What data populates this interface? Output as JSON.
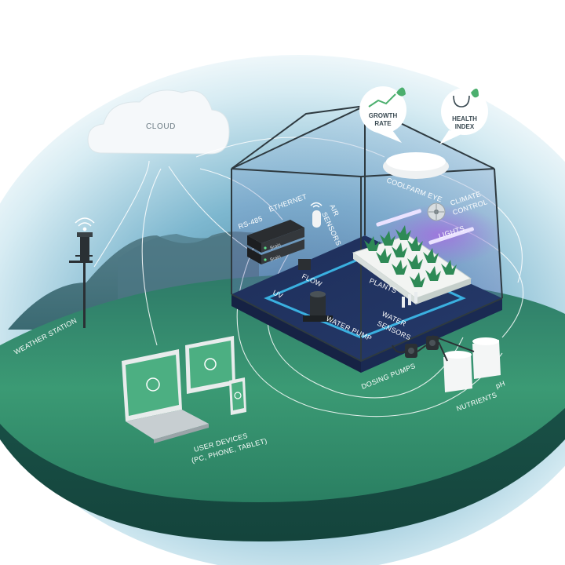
{
  "labels": {
    "cloud": "CLOUD",
    "growth_rate_1": "GROWTH",
    "growth_rate_2": "RATE",
    "health_index_1": "HEALTH",
    "health_index_2": "INDEX",
    "coolfarm_eye": "COOLFARM EYE",
    "climate_control_1": "CLIMATE",
    "climate_control_2": "CONTROL",
    "ethernet": "ETHERNET",
    "rs485": "RS-485",
    "air_sensors_1": "AIR",
    "air_sensors_2": "SENSORS",
    "lights": "LIGHTS",
    "brain_1": "Brain",
    "brain_2": "Brain",
    "flow": "FLOW",
    "plants": "PLANTS",
    "uv": "UV",
    "water_pump": "WATER PUMP",
    "water_sensors_1": "WATER",
    "water_sensors_2": "SENSORS",
    "weather_station": "WEATHER STATION",
    "dosing_pumps": "DOSING PUMPS",
    "nutrients": "NUTRIENTS",
    "ph": "pH",
    "user_devices_1": "USER DEVICES",
    "user_devices_2": "(PC, PHONE, TABLET)"
  },
  "colors": {
    "sky_top": "#ffffff",
    "sky_blue": "#8fc3d8",
    "mountain": "#4f7f8a",
    "ground_top": "#3a8a6e",
    "ground_front": "#1f5e52",
    "accent_green": "#4caf6e",
    "uv_blue": "#3ab0e0",
    "lights_purple": "#8a5cd0"
  }
}
